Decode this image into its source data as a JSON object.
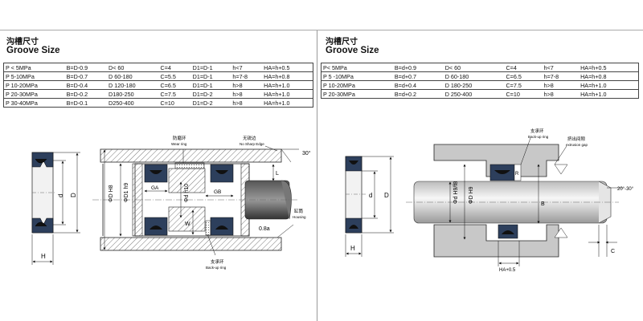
{
  "left": {
    "title_cn": "沟槽尺寸",
    "title_en": "Groove Size",
    "rows": [
      [
        "P  < 5MPa",
        "B=D-0.9",
        "D< 60",
        "C=4",
        "D1=D-1",
        "h<7",
        "HA=h+0.5"
      ],
      [
        "P   5-10MPa",
        "B=D-0.7",
        "D 60-180",
        "C=5.5",
        "D1=D-1",
        "h=7-8",
        "HA=h+0.8"
      ],
      [
        "P  10-20MPa",
        "B=D-0.4",
        "D 120-180",
        "C=6.5",
        "D1=D-1",
        "h>8",
        "HA=h+1.0"
      ],
      [
        "P  20-30MPa",
        "B=D-0.2",
        "D180-250",
        "C=7.5",
        "D1=D-2",
        "h>8",
        "HA=h+1.0"
      ],
      [
        "P  30-40MPa",
        "B=D-0.1",
        "D250-400",
        "C=10",
        "D1=D-2",
        "h>8",
        "HA=h+1.0"
      ]
    ],
    "labels": {
      "wear_ring_cn": "防磨环",
      "wear_ring_en": "Wear ring",
      "no_sharp_cn": "无锐边",
      "no_sharp_en": "No Sharp Edge",
      "backup_cn": "支承环",
      "backup_en": "Back-up ring",
      "housing_cn": "缸筒",
      "housing_en": "Housing",
      "angle": "30°",
      "chamfer": "0.8a",
      "d": "d",
      "D": "D",
      "H": "H",
      "L": "L",
      "W": "W",
      "Ga": "GA",
      "Gb": "GB",
      "phiD": "ΦD H8",
      "phiD1": "ΦD1 h9",
      "phid": "Φd h10"
    }
  },
  "right": {
    "title_cn": "沟槽尺寸",
    "title_en": "Groove Size",
    "rows": [
      [
        "P<   5MPa",
        "B=d+0.9",
        "D< 60",
        "C=4",
        "h<7",
        "HA=h+0.5"
      ],
      [
        "P  5 -10MPa",
        "B=d+0.7",
        "D 60-180",
        "C=6.5",
        "h=7-8",
        "HA=h+0.8"
      ],
      [
        "P  10-20MPa",
        "B=d+0.4",
        "D 180-250",
        "C=7.5",
        "h>8",
        "HA=h+1.0"
      ],
      [
        "P  20-30MPa",
        "B=d+0.2",
        "D 250-400",
        "C=10",
        "h>8",
        "HA=h+1.0"
      ]
    ],
    "labels": {
      "backup_cn": "支承环",
      "backup_en": "Back-up ring",
      "extrusion_cn": "挤出间隙",
      "extrusion_en": "extrusion gap",
      "angle": "20°-30°",
      "d": "d",
      "D": "D",
      "H": "H",
      "B": "B",
      "C": "C",
      "HA": "HA+0.5",
      "phid": "Φd H9/f8",
      "phiD": "ΦD H9"
    }
  }
}
